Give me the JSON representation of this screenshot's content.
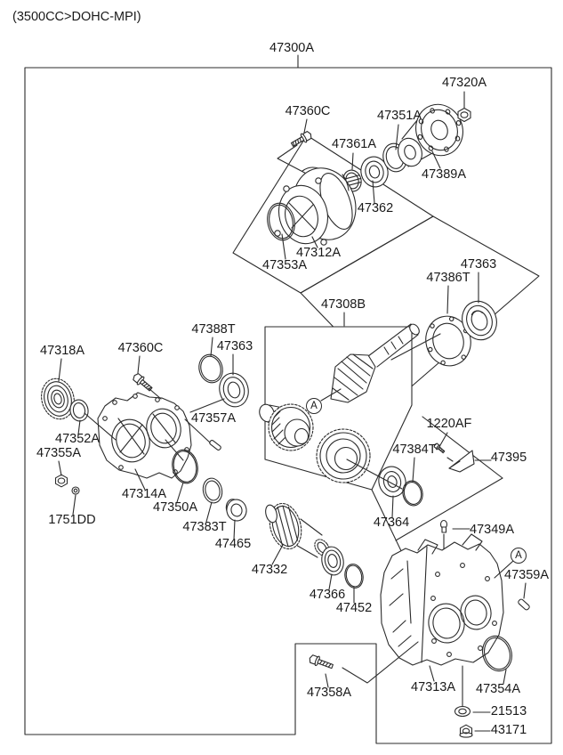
{
  "title": "(3500CC>DOHC-MPI)",
  "callouts": {
    "a": "A"
  },
  "colors": {
    "line": "#2b2b2b",
    "text": "#1a1a1a",
    "background": "#ffffff"
  },
  "labels": {
    "p47300A": "47300A",
    "p47320A": "47320A",
    "p47360C_top": "47360C",
    "p47351A": "47351A",
    "p47361A": "47361A",
    "p47389A": "47389A",
    "p47362": "47362",
    "p47312A": "47312A",
    "p47353A": "47353A",
    "p47363_right": "47363",
    "p47386T": "47386T",
    "p47308B": "47308B",
    "p47388T": "47388T",
    "p47363_left": "47363",
    "p47318A": "47318A",
    "p47360C_left": "47360C",
    "p47357A": "47357A",
    "p1220AF": "1220AF",
    "p47352A": "47352A",
    "p47384T": "47384T",
    "p47355A": "47355A",
    "p47395": "47395",
    "p47314A": "47314A",
    "p47350A": "47350A",
    "p1751DD": "1751DD",
    "p47364": "47364",
    "p47383T": "47383T",
    "p47349A": "47349A",
    "p47465": "47465",
    "p47359A": "47359A",
    "p47332": "47332",
    "p47366": "47366",
    "p47452": "47452",
    "p47313A": "47313A",
    "p47354A": "47354A",
    "p47358A": "47358A",
    "p21513": "21513",
    "p43171": "43171"
  }
}
